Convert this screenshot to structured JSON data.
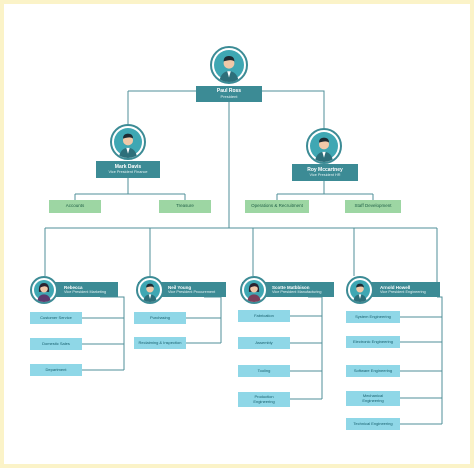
{
  "colors": {
    "frame": "#fbf3c8",
    "executive": "#3c8b95",
    "department": "#9dd6a3",
    "item": "#8fd7e7",
    "line": "#4f8f98",
    "avatar_ring": "#3fa7b3"
  },
  "president": {
    "name": "Paul Ross",
    "title": "President",
    "icon": "male-avatar-icon"
  },
  "vice_presidents": [
    {
      "name": "Mark Davis",
      "title": "Vice President Finance",
      "icon": "male-avatar-icon",
      "departments": [
        "Accounts",
        "Treasure"
      ]
    },
    {
      "name": "Roy Mccartney",
      "title": "Vice President HR",
      "icon": "male-avatar-icon",
      "departments": [
        "Operations & Recruitment",
        "Staff Development"
      ]
    }
  ],
  "managers": [
    {
      "name": "Rebecca",
      "title": "Vice President Marketing",
      "icon": "female-avatar-icon",
      "items": [
        "Customer Service",
        "Domestic Sales",
        "Department"
      ]
    },
    {
      "name": "Neil Young",
      "title": "Vice President Procurement",
      "icon": "male-avatar-icon",
      "items": [
        "Purchasing",
        "Reclaiming & Inspection"
      ]
    },
    {
      "name": "Scotte Matbbison",
      "title": "Vice President Manufacturing",
      "icon": "female-avatar-icon",
      "items": [
        "Fabrication",
        "Assembly",
        "Tooling",
        "Production Engineering"
      ]
    },
    {
      "name": "Arnold Howell",
      "title": "Vice President Engineering",
      "icon": "male-avatar-icon",
      "items": [
        "System Engineering",
        "Electronic Engineering",
        "Software Engineering",
        "Mechanical Engineering",
        "Technical Engineering"
      ]
    }
  ]
}
